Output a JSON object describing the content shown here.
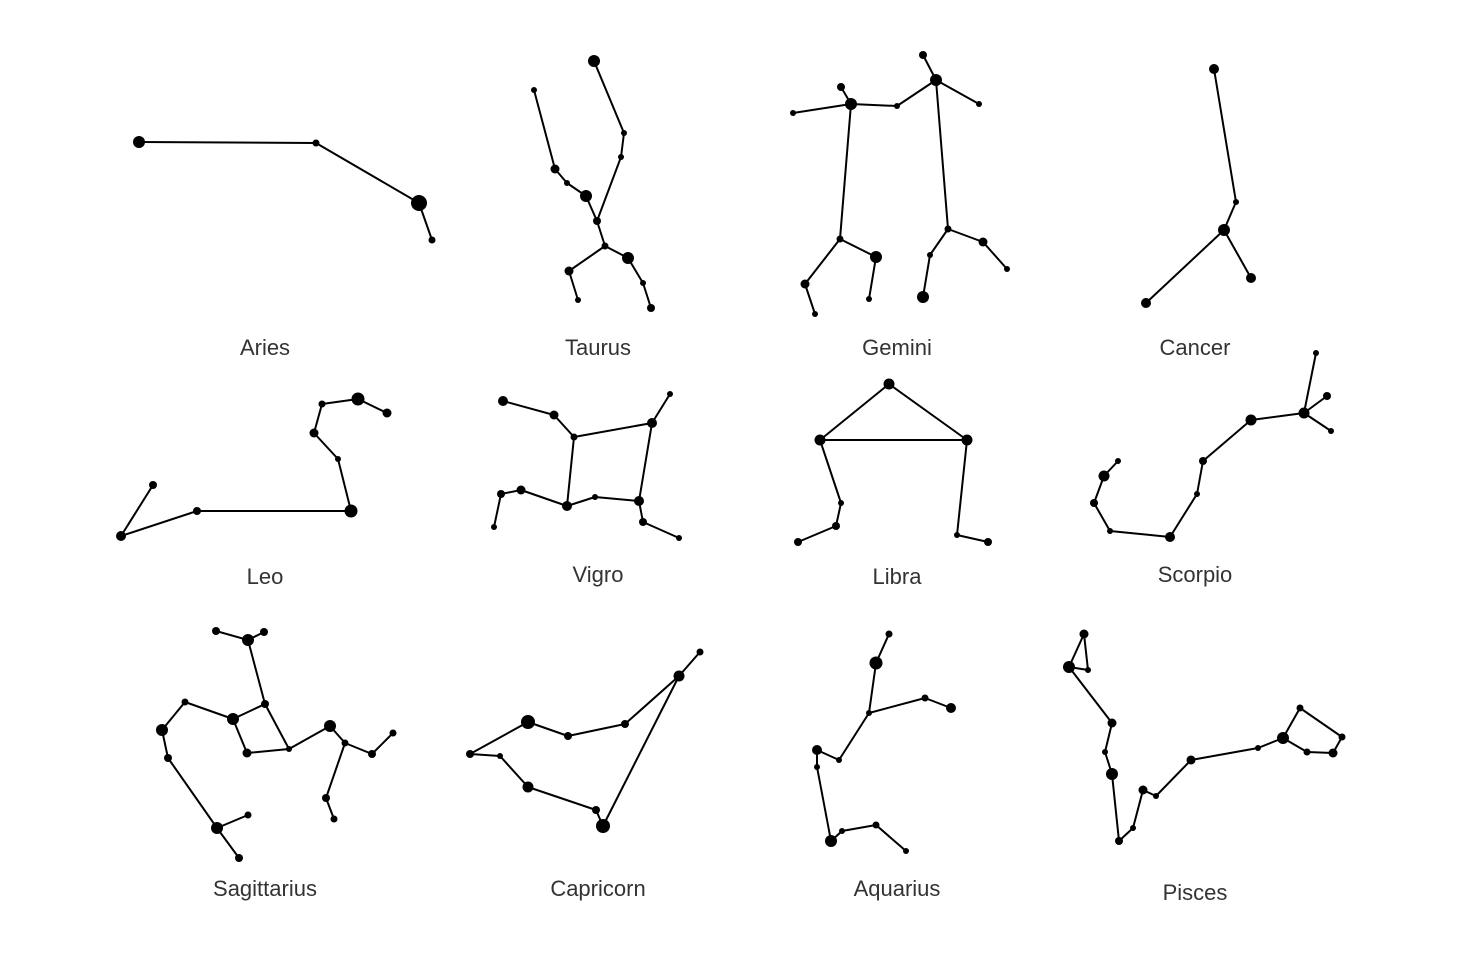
{
  "constellations": [
    {
      "name": "Aries",
      "stars": [
        [
          139,
          142,
          6
        ],
        [
          316,
          143,
          3.5
        ],
        [
          419,
          203,
          8
        ],
        [
          432,
          240,
          3.5
        ]
      ],
      "edges": [
        [
          0,
          1
        ],
        [
          1,
          2
        ],
        [
          2,
          3
        ]
      ]
    },
    {
      "name": "Taurus",
      "stars": [
        [
          594,
          61,
          6
        ],
        [
          624,
          133,
          3
        ],
        [
          621,
          157,
          3
        ],
        [
          597,
          221,
          4
        ],
        [
          534,
          90,
          3
        ],
        [
          555,
          169,
          4.5
        ],
        [
          567,
          183,
          3
        ],
        [
          586,
          196,
          6
        ],
        [
          605,
          246,
          3.5
        ],
        [
          569,
          271,
          4.5
        ],
        [
          578,
          300,
          3
        ],
        [
          628,
          258,
          6
        ],
        [
          643,
          283,
          3
        ],
        [
          651,
          308,
          4
        ]
      ],
      "edges": [
        [
          0,
          1
        ],
        [
          1,
          2
        ],
        [
          2,
          3
        ],
        [
          4,
          5
        ],
        [
          5,
          6
        ],
        [
          6,
          7
        ],
        [
          7,
          3
        ],
        [
          3,
          8
        ],
        [
          8,
          9
        ],
        [
          9,
          10
        ],
        [
          8,
          11
        ],
        [
          11,
          12
        ],
        [
          12,
          13
        ]
      ]
    },
    {
      "name": "Gemini",
      "stars": [
        [
          793,
          113,
          3
        ],
        [
          851,
          104,
          6
        ],
        [
          841,
          87,
          4
        ],
        [
          897,
          106,
          3
        ],
        [
          936,
          80,
          6
        ],
        [
          923,
          55,
          4
        ],
        [
          979,
          104,
          3
        ],
        [
          840,
          239,
          3.5
        ],
        [
          805,
          284,
          4.5
        ],
        [
          815,
          314,
          3
        ],
        [
          876,
          257,
          6
        ],
        [
          869,
          299,
          3
        ],
        [
          948,
          229,
          3.5
        ],
        [
          983,
          242,
          4.5
        ],
        [
          1007,
          269,
          3
        ],
        [
          930,
          255,
          3
        ],
        [
          923,
          297,
          6
        ]
      ],
      "edges": [
        [
          0,
          1
        ],
        [
          1,
          2
        ],
        [
          1,
          3
        ],
        [
          3,
          4
        ],
        [
          4,
          5
        ],
        [
          4,
          6
        ],
        [
          1,
          7
        ],
        [
          7,
          8
        ],
        [
          8,
          9
        ],
        [
          7,
          10
        ],
        [
          10,
          11
        ],
        [
          4,
          12
        ],
        [
          12,
          13
        ],
        [
          13,
          14
        ],
        [
          12,
          15
        ],
        [
          15,
          16
        ]
      ]
    },
    {
      "name": "Cancer",
      "stars": [
        [
          1214,
          69,
          5
        ],
        [
          1236,
          202,
          3
        ],
        [
          1224,
          230,
          6
        ],
        [
          1146,
          303,
          5
        ],
        [
          1251,
          278,
          5
        ]
      ],
      "edges": [
        [
          0,
          1
        ],
        [
          1,
          2
        ],
        [
          2,
          3
        ],
        [
          2,
          4
        ]
      ]
    },
    {
      "name": "Leo",
      "stars": [
        [
          153,
          485,
          4
        ],
        [
          121,
          536,
          5
        ],
        [
          197,
          511,
          4
        ],
        [
          351,
          511,
          6.5
        ],
        [
          338,
          459,
          3
        ],
        [
          314,
          433,
          4.5
        ],
        [
          322,
          404,
          3.5
        ],
        [
          358,
          399,
          6.5
        ],
        [
          387,
          413,
          4.5
        ]
      ],
      "edges": [
        [
          0,
          1
        ],
        [
          1,
          2
        ],
        [
          2,
          3
        ],
        [
          3,
          4
        ],
        [
          4,
          5
        ],
        [
          5,
          6
        ],
        [
          6,
          7
        ],
        [
          7,
          8
        ]
      ]
    },
    {
      "name": "Vigro",
      "stars": [
        [
          503,
          401,
          5
        ],
        [
          554,
          415,
          4.5
        ],
        [
          574,
          437,
          3.5
        ],
        [
          652,
          423,
          5
        ],
        [
          670,
          394,
          3
        ],
        [
          639,
          501,
          5
        ],
        [
          643,
          522,
          4
        ],
        [
          679,
          538,
          3
        ],
        [
          595,
          497,
          3
        ],
        [
          567,
          506,
          5
        ],
        [
          521,
          490,
          4.5
        ],
        [
          501,
          494,
          4
        ],
        [
          494,
          527,
          3
        ]
      ],
      "edges": [
        [
          0,
          1
        ],
        [
          1,
          2
        ],
        [
          2,
          3
        ],
        [
          3,
          4
        ],
        [
          3,
          5
        ],
        [
          5,
          6
        ],
        [
          6,
          7
        ],
        [
          5,
          8
        ],
        [
          8,
          9
        ],
        [
          9,
          2
        ],
        [
          9,
          10
        ],
        [
          10,
          11
        ],
        [
          11,
          12
        ]
      ]
    },
    {
      "name": "Libra",
      "stars": [
        [
          889,
          384,
          5.5
        ],
        [
          820,
          440,
          5.5
        ],
        [
          967,
          440,
          5.5
        ],
        [
          841,
          503,
          3
        ],
        [
          836,
          526,
          4
        ],
        [
          798,
          542,
          4
        ],
        [
          957,
          535,
          3
        ],
        [
          988,
          542,
          4
        ]
      ],
      "edges": [
        [
          0,
          1
        ],
        [
          0,
          2
        ],
        [
          1,
          2
        ],
        [
          1,
          3
        ],
        [
          3,
          4
        ],
        [
          4,
          5
        ],
        [
          2,
          6
        ],
        [
          6,
          7
        ]
      ]
    },
    {
      "name": "Scorpio",
      "stars": [
        [
          1316,
          353,
          3
        ],
        [
          1304,
          413,
          5.5
        ],
        [
          1327,
          396,
          4
        ],
        [
          1331,
          431,
          3
        ],
        [
          1251,
          420,
          5.5
        ],
        [
          1203,
          461,
          4
        ],
        [
          1197,
          494,
          3
        ],
        [
          1170,
          537,
          5
        ],
        [
          1110,
          531,
          3
        ],
        [
          1094,
          503,
          4
        ],
        [
          1104,
          476,
          5.5
        ],
        [
          1118,
          461,
          3
        ]
      ],
      "edges": [
        [
          0,
          1
        ],
        [
          1,
          2
        ],
        [
          1,
          3
        ],
        [
          1,
          4
        ],
        [
          4,
          5
        ],
        [
          5,
          6
        ],
        [
          6,
          7
        ],
        [
          7,
          8
        ],
        [
          8,
          9
        ],
        [
          9,
          10
        ],
        [
          10,
          11
        ]
      ]
    },
    {
      "name": "Sagittarius",
      "stars": [
        [
          216,
          631,
          4
        ],
        [
          248,
          640,
          6
        ],
        [
          264,
          632,
          4
        ],
        [
          265,
          704,
          4
        ],
        [
          233,
          719,
          6
        ],
        [
          185,
          702,
          3.5
        ],
        [
          162,
          730,
          6
        ],
        [
          168,
          758,
          4
        ],
        [
          217,
          828,
          6
        ],
        [
          248,
          815,
          3.5
        ],
        [
          239,
          858,
          4
        ],
        [
          247,
          753,
          4.5
        ],
        [
          289,
          749,
          3
        ],
        [
          330,
          726,
          6
        ],
        [
          345,
          743,
          3.5
        ],
        [
          372,
          754,
          4
        ],
        [
          393,
          733,
          3.5
        ],
        [
          326,
          798,
          4
        ],
        [
          334,
          819,
          3.5
        ]
      ],
      "edges": [
        [
          0,
          1
        ],
        [
          1,
          2
        ],
        [
          1,
          3
        ],
        [
          3,
          4
        ],
        [
          4,
          5
        ],
        [
          5,
          6
        ],
        [
          6,
          7
        ],
        [
          7,
          8
        ],
        [
          8,
          9
        ],
        [
          8,
          10
        ],
        [
          4,
          11
        ],
        [
          11,
          12
        ],
        [
          12,
          3
        ],
        [
          12,
          13
        ],
        [
          13,
          14
        ],
        [
          14,
          15
        ],
        [
          15,
          16
        ],
        [
          14,
          17
        ],
        [
          17,
          18
        ]
      ]
    },
    {
      "name": "Capricorn",
      "stars": [
        [
          700,
          652,
          3.5
        ],
        [
          679,
          676,
          5.5
        ],
        [
          625,
          724,
          4
        ],
        [
          568,
          736,
          4
        ],
        [
          528,
          722,
          7
        ],
        [
          470,
          754,
          4
        ],
        [
          500,
          756,
          3
        ],
        [
          528,
          787,
          5.5
        ],
        [
          596,
          810,
          4
        ],
        [
          603,
          826,
          7
        ]
      ],
      "edges": [
        [
          0,
          1
        ],
        [
          1,
          2
        ],
        [
          2,
          3
        ],
        [
          3,
          4
        ],
        [
          4,
          5
        ],
        [
          5,
          6
        ],
        [
          6,
          7
        ],
        [
          7,
          8
        ],
        [
          8,
          9
        ],
        [
          9,
          1
        ]
      ]
    },
    {
      "name": "Aquarius",
      "stars": [
        [
          889,
          634,
          3.5
        ],
        [
          876,
          663,
          6.5
        ],
        [
          869,
          713,
          3
        ],
        [
          925,
          698,
          3.5
        ],
        [
          951,
          708,
          5
        ],
        [
          839,
          760,
          3
        ],
        [
          817,
          750,
          5
        ],
        [
          817,
          767,
          3
        ],
        [
          831,
          841,
          6
        ],
        [
          842,
          831,
          3
        ],
        [
          876,
          825,
          3.5
        ],
        [
          906,
          851,
          3
        ]
      ],
      "edges": [
        [
          0,
          1
        ],
        [
          1,
          2
        ],
        [
          2,
          3
        ],
        [
          3,
          4
        ],
        [
          2,
          5
        ],
        [
          5,
          6
        ],
        [
          6,
          7
        ],
        [
          7,
          8
        ],
        [
          8,
          9
        ],
        [
          9,
          10
        ],
        [
          10,
          11
        ]
      ]
    },
    {
      "name": "Pisces",
      "stars": [
        [
          1084,
          634,
          4.5
        ],
        [
          1069,
          667,
          6
        ],
        [
          1088,
          670,
          3
        ],
        [
          1112,
          723,
          4.5
        ],
        [
          1105,
          752,
          3
        ],
        [
          1112,
          774,
          6
        ],
        [
          1119,
          841,
          4
        ],
        [
          1133,
          828,
          3
        ],
        [
          1143,
          790,
          4.5
        ],
        [
          1156,
          796,
          3
        ],
        [
          1191,
          760,
          4.5
        ],
        [
          1258,
          748,
          3
        ],
        [
          1283,
          738,
          6
        ],
        [
          1300,
          708,
          3.5
        ],
        [
          1342,
          737,
          3.5
        ],
        [
          1333,
          753,
          4.5
        ],
        [
          1307,
          752,
          3.5
        ]
      ],
      "edges": [
        [
          0,
          1
        ],
        [
          1,
          2
        ],
        [
          2,
          0
        ],
        [
          1,
          3
        ],
        [
          3,
          4
        ],
        [
          4,
          5
        ],
        [
          5,
          6
        ],
        [
          6,
          7
        ],
        [
          7,
          8
        ],
        [
          8,
          9
        ],
        [
          9,
          10
        ],
        [
          10,
          11
        ],
        [
          11,
          12
        ],
        [
          12,
          13
        ],
        [
          13,
          14
        ],
        [
          14,
          15
        ],
        [
          15,
          16
        ],
        [
          16,
          12
        ]
      ]
    }
  ]
}
